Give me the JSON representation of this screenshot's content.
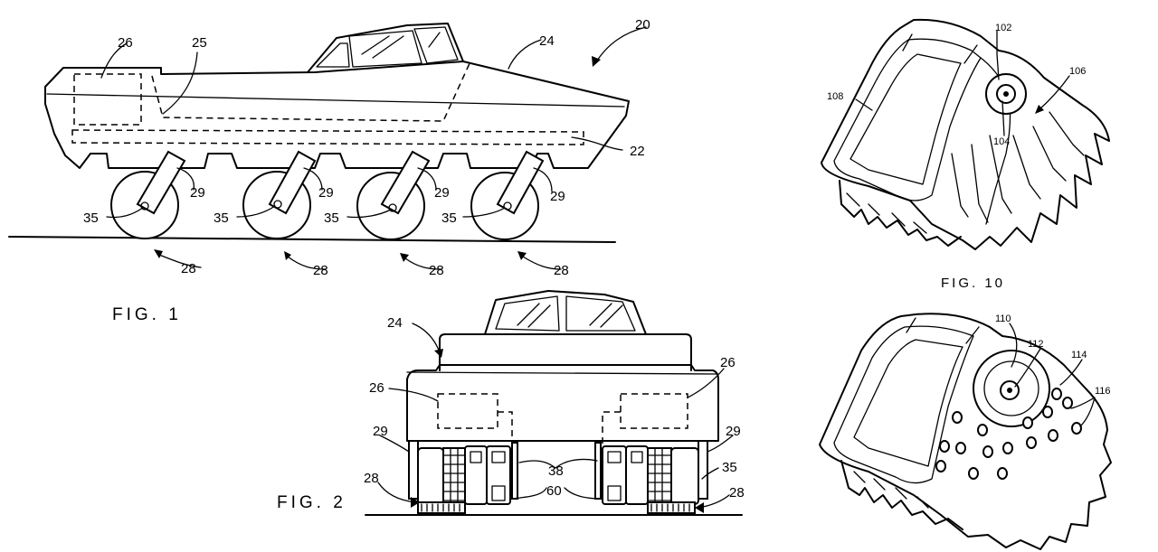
{
  "figures": {
    "fig1": "FIG. 1",
    "fig2": "FIG. 2",
    "fig10": "FIG. 10"
  },
  "fig1_labels": {
    "vehicle": "20",
    "body": "24",
    "interior": "25",
    "module": "26",
    "frame": "22",
    "wheel": "28",
    "arm": "29",
    "axle": "35"
  },
  "fig2_labels": {
    "body": "24",
    "module": "26",
    "arm": "29",
    "wheel": "28",
    "axle": "35",
    "link": "38",
    "spacing": "60"
  },
  "fig10_labels": {
    "shoe": "108",
    "hub": "102",
    "pin": "104",
    "plate": "106"
  },
  "fig11_labels": {
    "hub": "110",
    "pin": "112",
    "plate": "114",
    "holes": "116"
  }
}
